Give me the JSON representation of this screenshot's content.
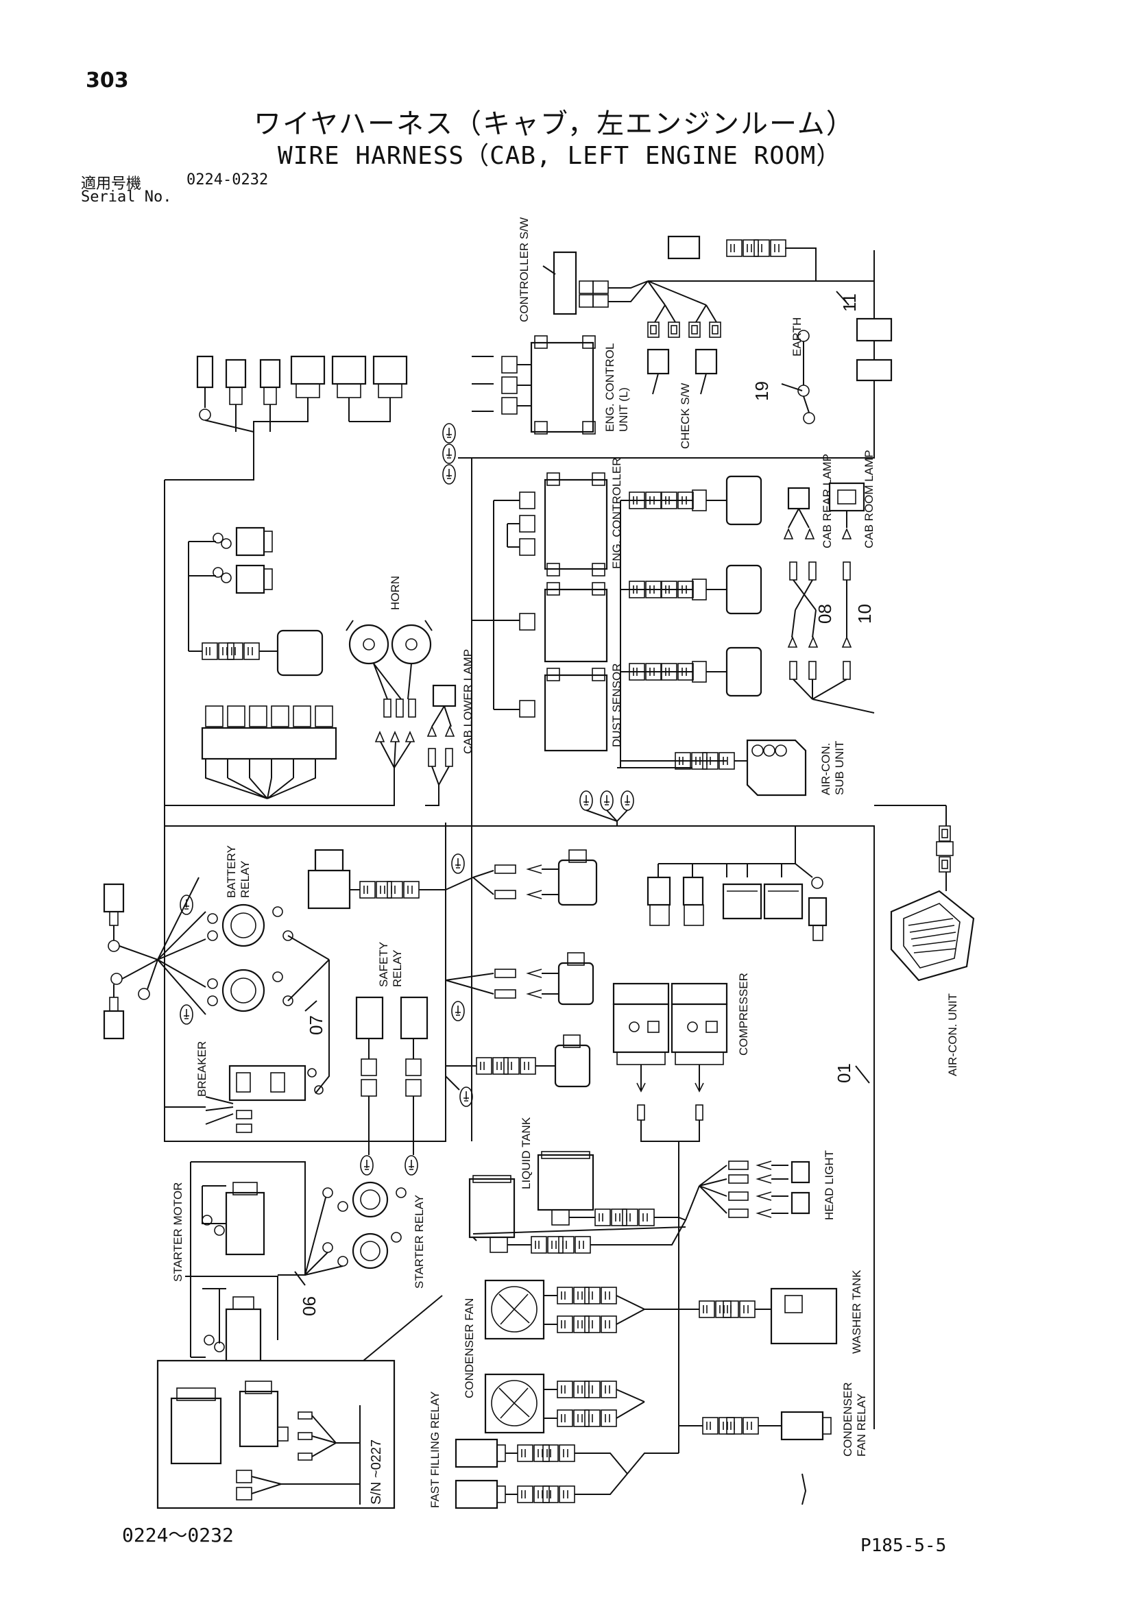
{
  "header": {
    "page_number": "303",
    "title_jp": "ワイヤハーネス（キャブ，左エンジンルーム）",
    "title_en": "WIRE HARNESS（CAB, LEFT ENGINE ROOM）",
    "serial_label_jp": "適用号機",
    "serial_range": "0224-0232",
    "serial_label_en": "Serial No."
  },
  "labels": {
    "controller_sw": "CONTROLLER S/W",
    "eng_control_unit": "ENG. CONTROL",
    "eng_control_unit_l": "UNIT (L)",
    "check_sw": "CHECK S/W",
    "earth": "EARTH",
    "eng_controller": "ENG. CONTROLLER",
    "dust_sensor": "DUST SENSOR",
    "cab_rear_lamp": "CAB REAR LAMP",
    "cab_room_lamp": "CAB ROOM LAMP",
    "horn": "HORN",
    "cab_lower_lamp": "CAB LOWER LAMP",
    "air_con_sub_unit_1": "AIR-CON.",
    "air_con_sub_unit_2": "SUB UNIT",
    "battery_relay_1": "BATTERY",
    "battery_relay_2": "RELAY",
    "safety_relay_1": "SAFETY",
    "safety_relay_2": "RELAY",
    "breaker": "BREAKER",
    "compresser": "COMPRESSER",
    "air_con_unit": "AIR-CON. UNIT",
    "liquid_tank": "LIQUID TANK",
    "head_light": "HEAD LIGHT",
    "starter_motor": "STARTER MOTOR",
    "starter_relay": "STARTER RELAY",
    "condenser_fan": "CONDENSER FAN",
    "washer_tank": "WASHER TANK",
    "condenser_fan_relay_1": "CONDENSER",
    "condenser_fan_relay_2": "FAN RELAY",
    "fast_filling_relay": "FAST FILLING RELAY",
    "sn_note": "S/N ~0227"
  },
  "harness_numbers": {
    "h01": "01",
    "h06": "06",
    "h07": "07",
    "h08": "08",
    "h10": "10",
    "h11": "11",
    "h19": "19"
  },
  "footer": {
    "serial_range": "0224～0232",
    "page_code": "P185-5-5"
  }
}
